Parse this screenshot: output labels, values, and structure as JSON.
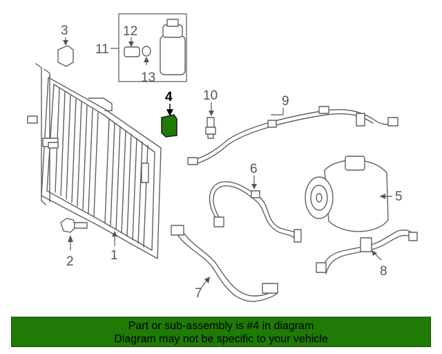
{
  "diagram": {
    "callouts": [
      {
        "id": "1",
        "label": "1"
      },
      {
        "id": "2",
        "label": "2"
      },
      {
        "id": "3",
        "label": "3"
      },
      {
        "id": "4",
        "label": "4"
      },
      {
        "id": "5",
        "label": "5"
      },
      {
        "id": "6",
        "label": "6"
      },
      {
        "id": "7",
        "label": "7"
      },
      {
        "id": "8",
        "label": "8"
      },
      {
        "id": "9",
        "label": "9"
      },
      {
        "id": "10",
        "label": "10"
      },
      {
        "id": "11",
        "label": "11"
      },
      {
        "id": "12",
        "label": "12"
      },
      {
        "id": "13",
        "label": "13"
      }
    ],
    "highlighted_part": "4",
    "highlight_color": "#1f7a06"
  },
  "banner": {
    "line1": "Part or sub-assembly is #4 in diagram",
    "line2": "Diagram may not be specific to your vehicle",
    "background": "#1f7a06"
  }
}
